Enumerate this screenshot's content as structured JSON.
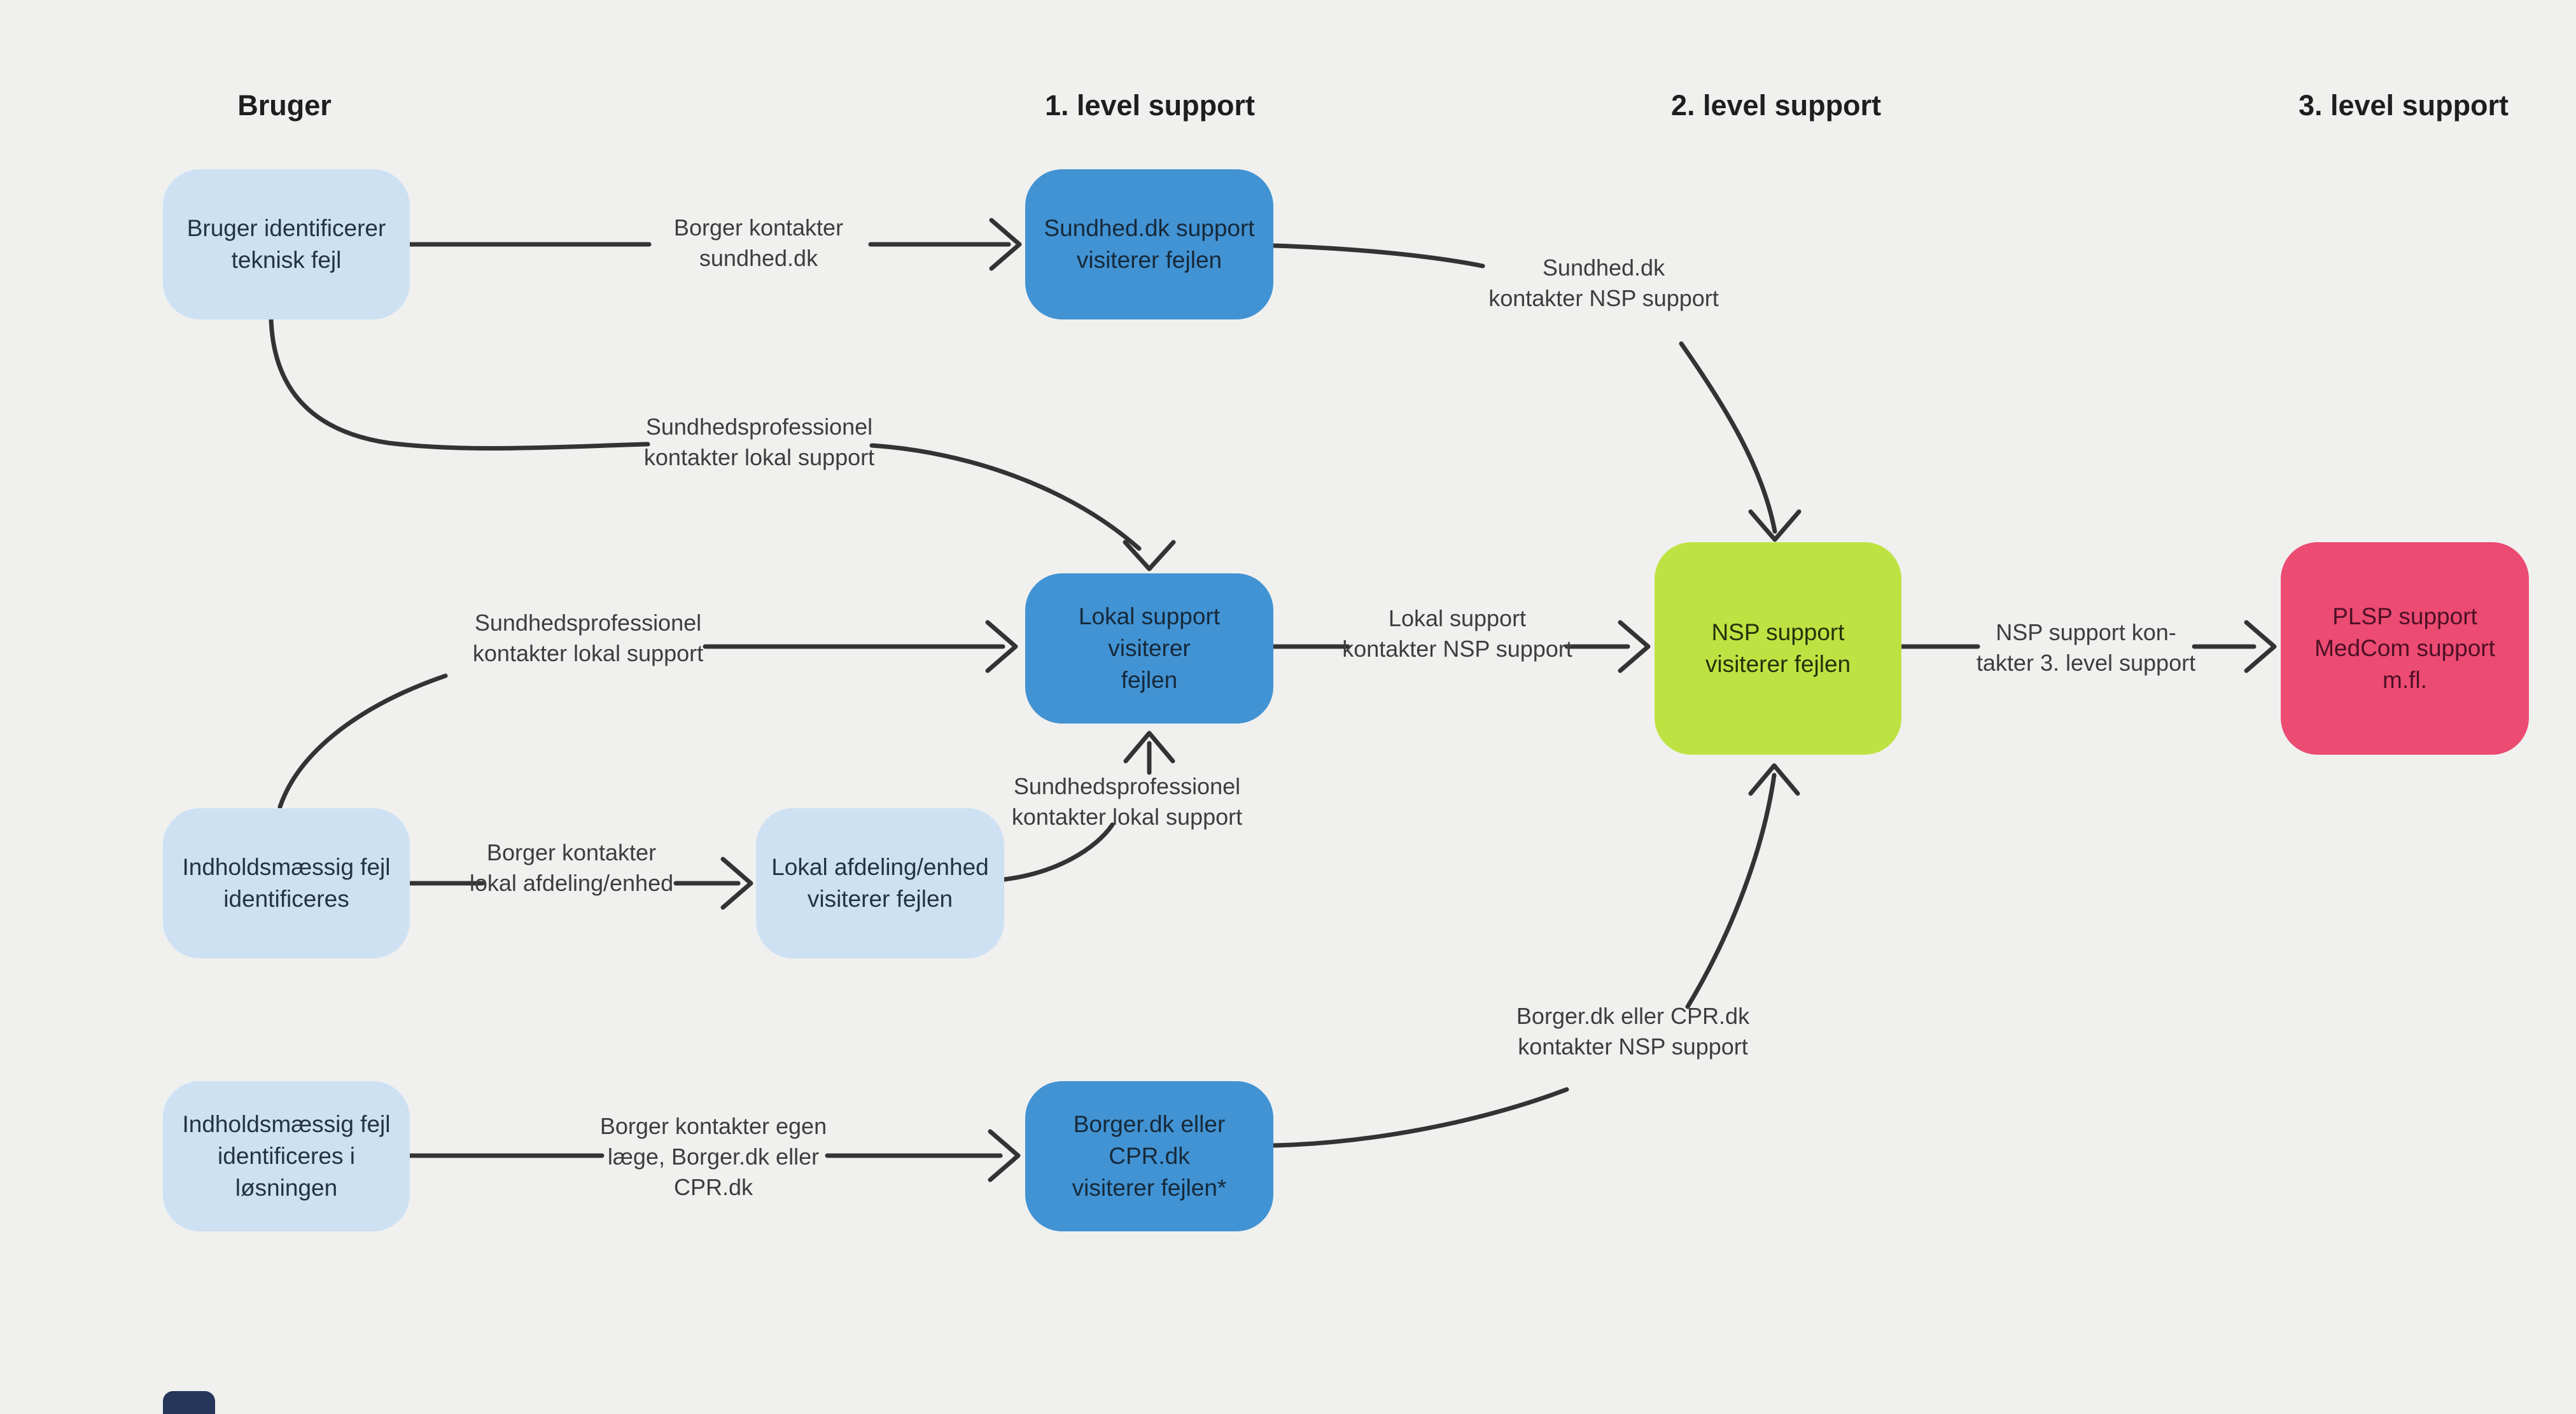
{
  "diagram_title": "Support escalation flow (Danish health IT support levels)",
  "colors": {
    "background": "#f0f0ef",
    "node_light_blue": "#cde1f3",
    "node_blue": "#4293d3",
    "node_green": "#bfe243",
    "node_pink": "#ec4b72",
    "wire": "#333333",
    "header_text": "#1e1e1e",
    "label_text": "#3d3d3d",
    "partial_chip": "#25365a"
  },
  "columns": [
    {
      "label": "Bruger"
    },
    {
      "label": "1. level support"
    },
    {
      "label": "2. level support"
    },
    {
      "label": "3. level support"
    }
  ],
  "nodes": {
    "bruger_teknisk": {
      "label": "Bruger identificerer\nteknisk fejl"
    },
    "sundhed_support": {
      "label": "Sundhed.dk support\nvisiterer fejlen"
    },
    "lokal_support": {
      "label": "Lokal support visiterer\nfejlen"
    },
    "nsp_support": {
      "label": "NSP support\nvisiterer fejlen"
    },
    "plsp_support": {
      "label": "PLSP support\nMedCom support\nm.fl."
    },
    "indhold_fejl": {
      "label": "Indholdsmæssig fejl\nidentificeres"
    },
    "lokal_afdeling": {
      "label": "Lokal afdeling/enhed\nvisiterer fejlen"
    },
    "indhold_fejl_losning": {
      "label": "Indholdsmæssig fejl\nidentificeres i løsningen"
    },
    "borgerdk_cprdk": {
      "label": "Borger.dk eller CPR.dk\nvisiterer fejlen*"
    }
  },
  "edge_labels": {
    "borger_sundhed": "Borger kontakter\nsundhed.dk",
    "sp_lokal_top": "Sundhedsprofessionel\nkontakter lokal support",
    "sundhed_nsp": "Sundhed.dk\nkontakter NSP support",
    "sp_lokal_mid": "Sundhedsprofessionel\nkontakter lokal support",
    "lokal_nsp": "Lokal support\nkontakter NSP support",
    "nsp_3level": "NSP support kon-\ntakter 3. level support",
    "sp_lokal_bottom": "Sundhedsprofessionel\nkontakter lokal support",
    "borger_lokal_afdeling": "Borger kontakter\nlokal afdeling/enhed",
    "borgerdk_nsp": "Borger.dk eller CPR.dk\nkontakter NSP support",
    "borger_egen_laege": "Borger kontakter egen\nlæge, Borger.dk eller\nCPR.dk"
  }
}
